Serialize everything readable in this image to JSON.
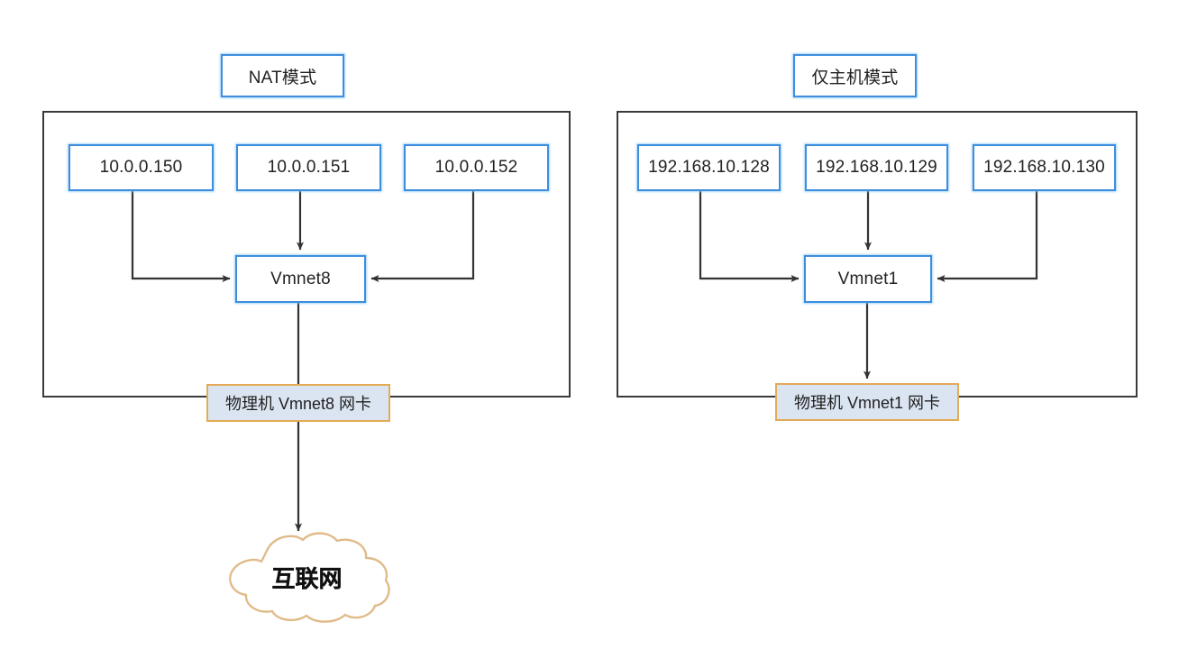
{
  "diagram": {
    "title_left": "NAT模式",
    "title_right": "仅主机模式",
    "colors": {
      "box_border_blue": "#3e8ede",
      "container_border": "#3a3a3a",
      "nic_border_orange": "#e3ab58",
      "nic_fill": "#dbe5f1",
      "cloud_border": "#e0bb8a",
      "wire": "#333333"
    }
  },
  "nat_panel": {
    "title": "NAT模式",
    "vm_ips": [
      {
        "label": "10.0.0.150"
      },
      {
        "label": "10.0.0.151"
      },
      {
        "label": "10.0.0.152"
      }
    ],
    "switch": "Vmnet8",
    "host_nic": "物理机 Vmnet8 网卡",
    "internet": "互联网"
  },
  "hostonly_panel": {
    "title": "仅主机模式",
    "vm_ips": [
      {
        "label": "192.168.10.128"
      },
      {
        "label": "192.168.10.129"
      },
      {
        "label": "192.168.10.130"
      }
    ],
    "switch": "Vmnet1",
    "host_nic": "物理机 Vmnet1 网卡"
  }
}
